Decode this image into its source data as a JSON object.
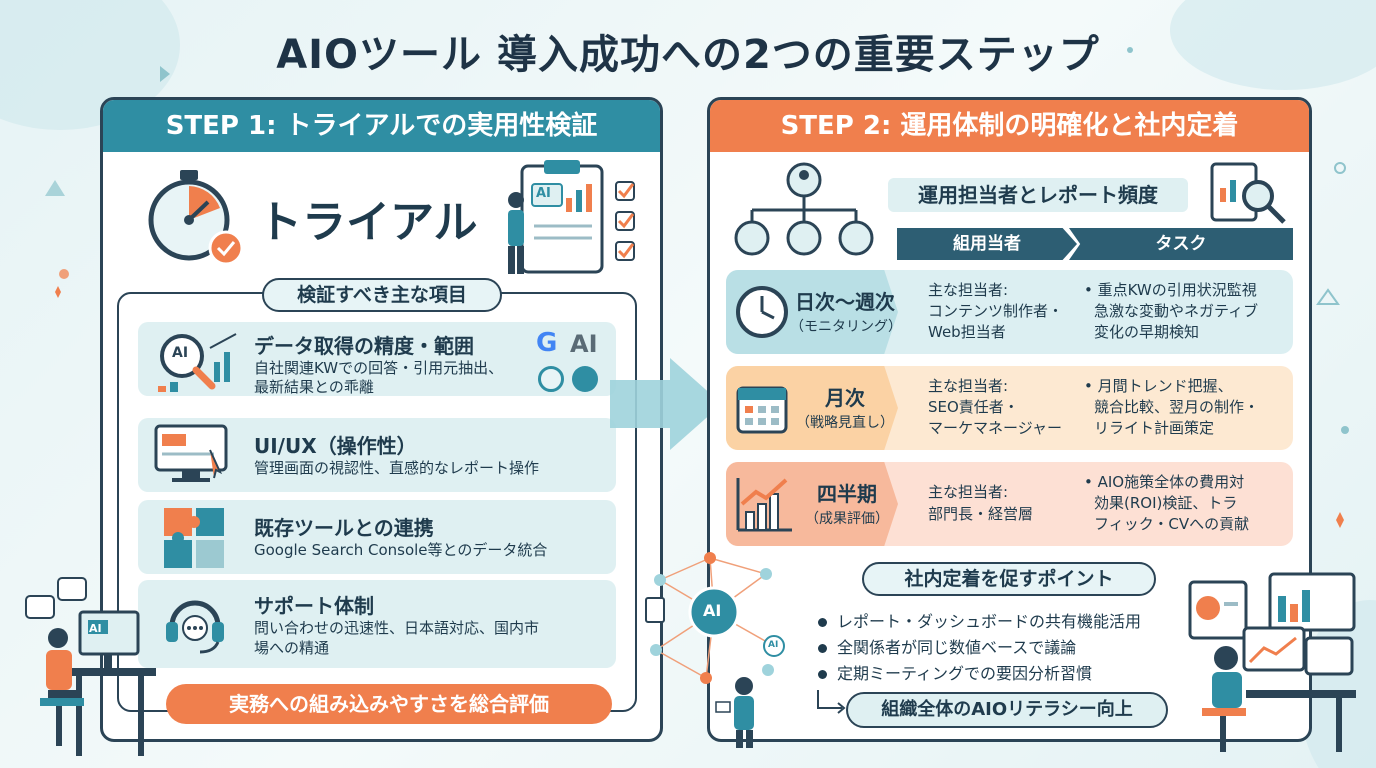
{
  "title": "AIOツール 導入成功への2つの重要ステップ",
  "colors": {
    "teal": "#2f8ea3",
    "orange": "#f07f4d",
    "navy": "#1f3b4d",
    "light_teal": "#dff0f2"
  },
  "step1": {
    "header": "STEP 1: トライアルでの実用性検証",
    "big_label": "トライアル",
    "badge_icon_text": "AI",
    "section_label": "検証すべき主な項目",
    "items": [
      {
        "title": "データ取得の精度・範囲",
        "desc1": "自社関連KWでの回答・引用元抽出、",
        "desc2": "最新結果との乖離",
        "icon": "ai-magnifier-icon",
        "icon_text": "AI",
        "logo_g": "G",
        "logo_ai": "AI"
      },
      {
        "title": "UI/UX（操作性）",
        "desc1": "管理画面の視認性、直感的なレポート操作",
        "desc2": "",
        "icon": "monitor-click-icon"
      },
      {
        "title": "既存ツールとの連携",
        "desc1": "Google Search Console等とのデータ統合",
        "desc2": "",
        "icon": "puzzle-icon"
      },
      {
        "title": "サポート体制",
        "desc1": "問い合わせの迅速性、日本語対応、国内市",
        "desc2": "場への精通",
        "icon": "headset-icon"
      }
    ],
    "footer": "実務への組み込みやすさを総合評価",
    "monitor_text": "AI"
  },
  "step2": {
    "header": "STEP 2: 運用体制の明確化と社内定着",
    "subtitle": "運用担当者とレポート頻度",
    "col_headers": [
      "組用当者",
      "タスク"
    ],
    "rows": [
      {
        "label": "日次〜週次",
        "sub": "（モニタリング）",
        "owner_title": "主な担当者:",
        "owner1": "コンテンツ制作者・",
        "owner2": "Web担当者",
        "task1": "• 重点KWの引用状況監視",
        "task2": "急激な変動やネガティブ",
        "task3": "変化の早期検知",
        "icon": "clock-icon"
      },
      {
        "label": "月次",
        "sub": "（戦略見直し）",
        "owner_title": "主な担当者:",
        "owner1": "SEO責任者・",
        "owner2": "マーケマネージャー",
        "task1": "• 月間トレンド把握、",
        "task2": "競合比較、翌月の制作・",
        "task3": "リライト計画策定",
        "icon": "calendar-icon"
      },
      {
        "label": "四半期",
        "sub": "（成果評価）",
        "owner_title": "主な担当者:",
        "owner1": "部門長・経営層",
        "owner2": "",
        "task1": "• AIO施策全体の費用対",
        "task2": "効果(ROI)検証、トラ",
        "task3": "フィック・CVへの貢献",
        "icon": "growth-chart-icon"
      }
    ],
    "points_label": "社内定着を促すポイント",
    "points": [
      "レポート・ダッシュボードの共有機能活用",
      "全関係者が同じ数値ベースで議論",
      "定期ミーティングでの要因分析習慣"
    ],
    "result": "組織全体のAIOリテラシー向上",
    "network_center": "AI",
    "network_badge": "AI"
  }
}
